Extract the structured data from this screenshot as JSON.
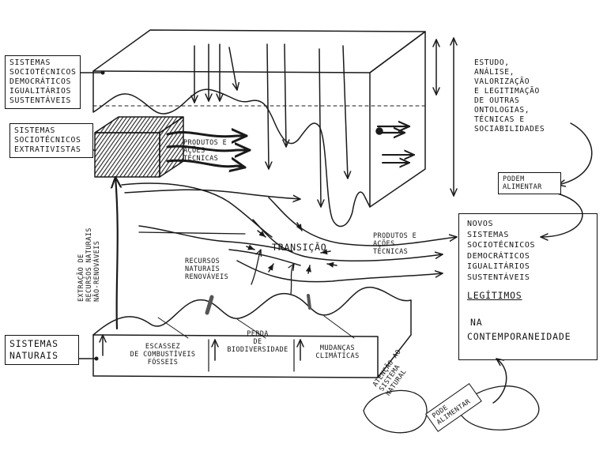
{
  "labels": {
    "sistemas_democraticos": "SISTEMAS\nSOCIOTÉCNICOS\nDEMOCRÁTICOS\nIGUALITÁRIOS\nSUSTENTÁVEIS",
    "sistemas_extrativistas": "SISTEMAS\nSOCIOTÉCNICOS\nEXTRATIVISTAS",
    "produtos_top": "PRODUTOS E\nAÇÕES\nTÉCNICAS",
    "estudo": "ESTUDO,\nANÁLISE,\nVALORIZAÇÃO\nE LEGITIMAÇÃO\nDE OUTRAS\nONTOLOGIAS,\nTÉCNICAS E\nSOCIABILIDADES",
    "podem_alimentar": "PODEM\nALIMENTAR",
    "extracao": "EXTRAÇÃO DE\nRECURSOS NATURAIS\nNÃO-RENOVÁVEIS",
    "transicao": "TRANSIÇÃO",
    "produtos_mid": "PRODUTOS E\nAÇÕES\nTÉCNICAS",
    "recursos_renovaveis": "RECURSOS\nNATURAIS\nRENOVÁVEIS",
    "novos": "NOVOS\nSISTEMAS\nSOCIOTÉCNICOS\nDEMOCRÁTICOS\nIGUALITÁRIOS\nSUSTENTÁVEIS",
    "legitimos": "LEGÍTIMOS",
    "na": "NA",
    "contemporaneidade": "CONTEMPORANEIDADE",
    "sistemas_naturais": "SISTEMAS\nNATURAIS",
    "escassez": "ESCASSEZ\nDE COMBUSTÍVEIS\nFÓSSEIS",
    "perda": "PERDA\nDE\nBIODIVERSIDADE",
    "mudancas": "MUDANÇAS\nCLIMÁTICAS",
    "atencao": "ATENÇÃO AO\nSISTEMA\nNATURAL",
    "pode_alimentar": "PODE\nALIMENTAR"
  }
}
